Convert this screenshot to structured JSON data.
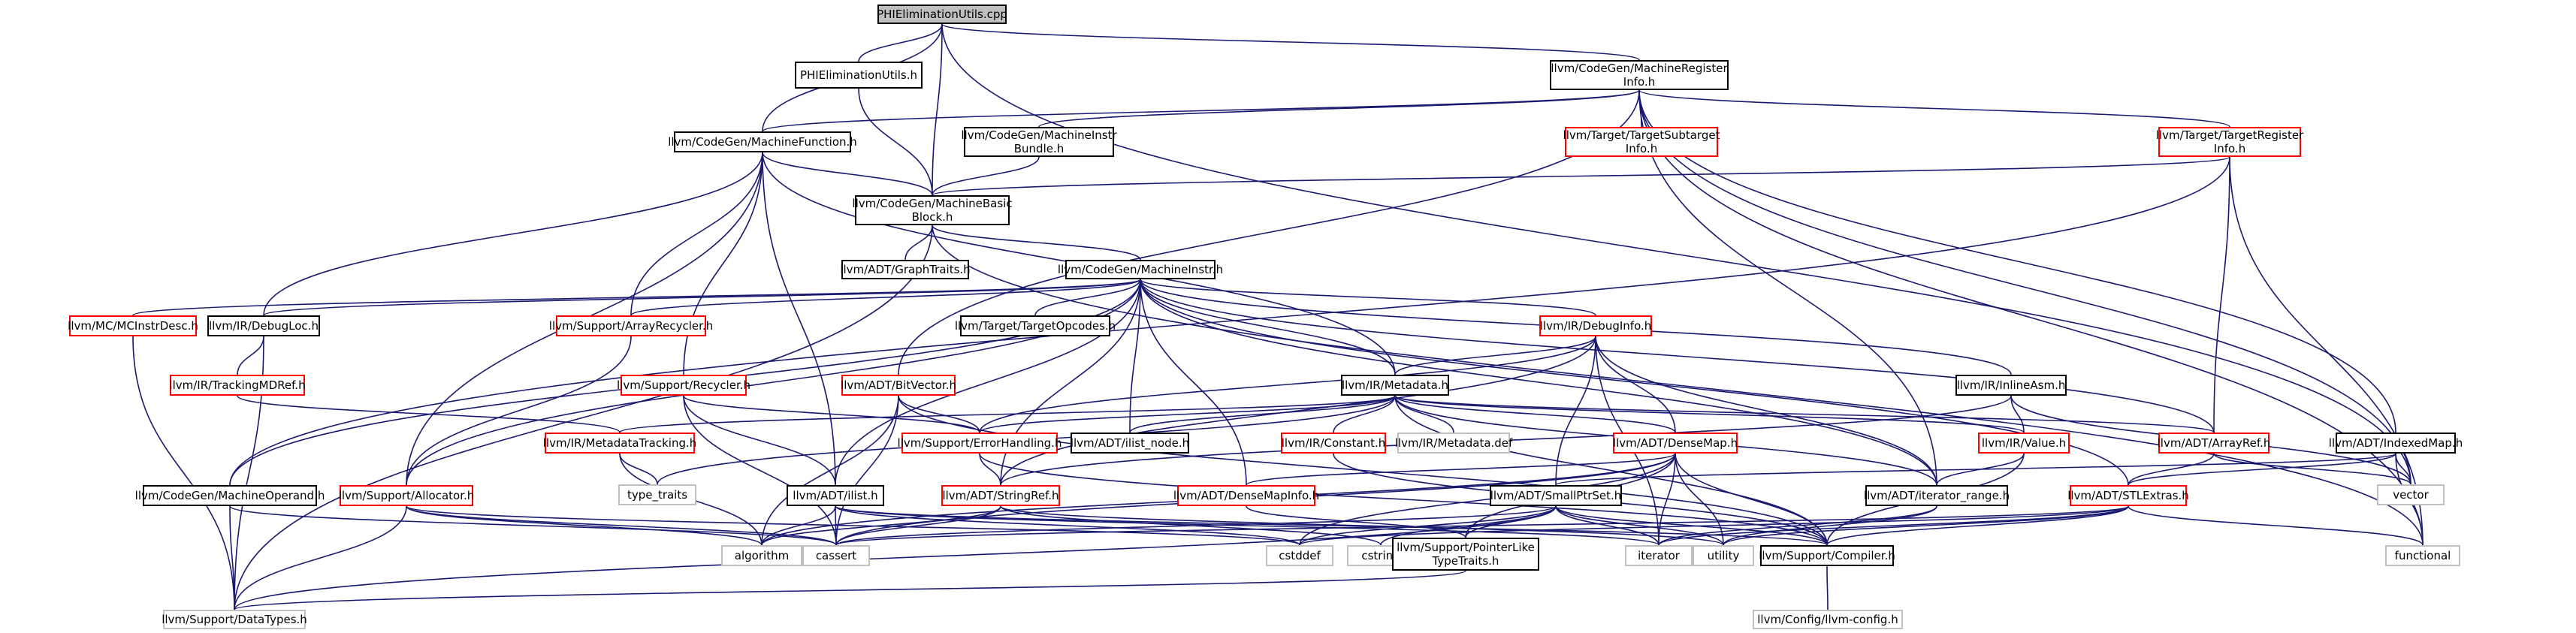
{
  "colors": {
    "edge": "#191970",
    "border_documented": "#000000",
    "border_undocumented": "#ff0000",
    "border_system": "#bfbfbf",
    "root_fill": "#bfbfbf"
  },
  "graph": {
    "nodes": {
      "PHIEliminationUtils_cpp": "PHIEliminationUtils.cpp",
      "PHIEliminationUtils_h": "PHIEliminationUtils.h",
      "MachineRegisterInfo_h": "llvm/CodeGen/MachineRegister\nInfo.h",
      "MachineFunction_h": "llvm/CodeGen/MachineFunction.h",
      "MachineInstrBundle_h": "llvm/CodeGen/MachineInstr\nBundle.h",
      "TargetSubtargetInfo_h": "llvm/Target/TargetSubtarget\nInfo.h",
      "TargetRegisterInfo_h": "llvm/Target/TargetRegister\nInfo.h",
      "MachineBasicBlock_h": "llvm/CodeGen/MachineBasic\nBlock.h",
      "GraphTraits_h": "llvm/ADT/GraphTraits.h",
      "MachineInstr_h": "llvm/CodeGen/MachineInstr.h",
      "MCInstrDesc_h": "llvm/MC/MCInstrDesc.h",
      "DebugLoc_h": "llvm/IR/DebugLoc.h",
      "ArrayRecycler_h": "llvm/Support/ArrayRecycler.h",
      "TargetOpcodes_h": "llvm/Target/TargetOpcodes.h",
      "DebugInfo_h": "llvm/IR/DebugInfo.h",
      "TrackingMDRef_h": "llvm/IR/TrackingMDRef.h",
      "Recycler_h": "llvm/Support/Recycler.h",
      "BitVector_h": "llvm/ADT/BitVector.h",
      "Metadata_h": "llvm/IR/Metadata.h",
      "InlineAsm_h": "llvm/IR/InlineAsm.h",
      "MetadataTracking_h": "llvm/IR/MetadataTracking.h",
      "ErrorHandling_h": "llvm/Support/ErrorHandling.h",
      "ilist_node_h": "llvm/ADT/ilist_node.h",
      "Constant_h": "llvm/IR/Constant.h",
      "Metadata_def": "llvm/IR/Metadata.def",
      "DenseMap_h": "llvm/ADT/DenseMap.h",
      "Value_h": "llvm/IR/Value.h",
      "ArrayRef_h": "llvm/ADT/ArrayRef.h",
      "IndexedMap_h": "llvm/ADT/IndexedMap.h",
      "type_traits": "type_traits",
      "MachineOperand_h": "llvm/CodeGen/MachineOperand.h",
      "Allocator_h": "llvm/Support/Allocator.h",
      "ilist_h": "llvm/ADT/ilist.h",
      "StringRef_h": "llvm/ADT/StringRef.h",
      "DenseMapInfo_h": "llvm/ADT/DenseMapInfo.h",
      "SmallPtrSet_h": "llvm/ADT/SmallPtrSet.h",
      "iterator_range_h": "llvm/ADT/iterator_range.h",
      "STLExtras_h": "llvm/ADT/STLExtras.h",
      "vector": "vector",
      "functional": "functional",
      "algorithm": "algorithm",
      "cassert": "cassert",
      "cstddef": "cstddef",
      "cstring": "cstring",
      "PointerLikeTypeTraits_h": "llvm/Support/PointerLike\nTypeTraits.h",
      "iterator": "iterator",
      "utility": "utility",
      "Compiler_h": "llvm/Support/Compiler.h",
      "DataTypes_h": "llvm/Support/DataTypes.h",
      "llvm_config_h": "llvm/Config/llvm-config.h"
    }
  }
}
